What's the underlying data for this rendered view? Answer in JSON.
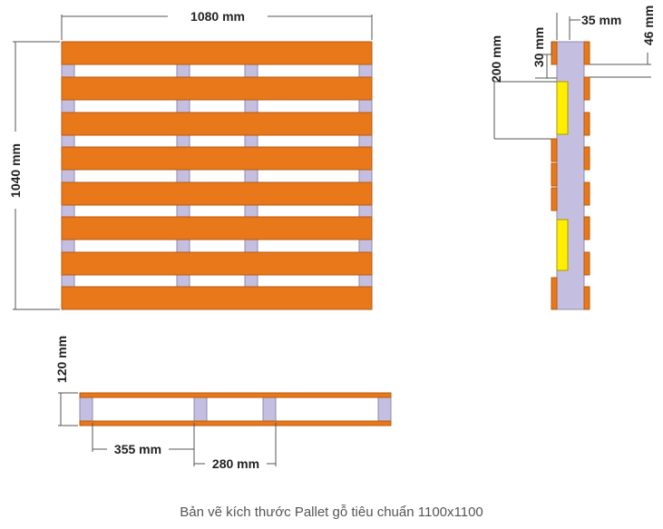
{
  "dimensions": {
    "top_width": "1080 mm",
    "top_height": "1040 mm",
    "side_board": "35 mm",
    "side_depth": "30 mm",
    "side_block": "200 mm",
    "side_height": "46 mm",
    "front_height": "120 mm",
    "front_gap1": "355 mm",
    "front_gap2": "280 mm"
  },
  "caption": "Bản vẽ kích thước Pallet gỗ tiêu chuẩn 1100x1100",
  "colors": {
    "board": "#e8781a",
    "board_stroke": "#b85a0c",
    "block": "#c4bfe0",
    "block_stroke": "#8f8ab5",
    "insert": "#ffee00",
    "line": "#555555"
  }
}
